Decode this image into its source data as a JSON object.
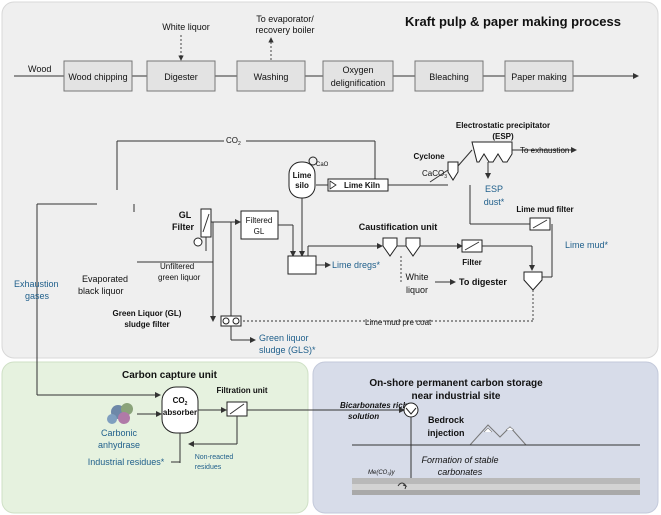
{
  "panels": {
    "kraft": {
      "title": "Kraft pulp & paper making process"
    },
    "capture": {
      "title": "Carbon capture unit"
    },
    "storage": {
      "title_line1": "On-shore permanent carbon storage",
      "title_line2": "near industrial site"
    }
  },
  "process": {
    "input_label": "Wood",
    "steps": [
      "Wood chipping",
      "Digester",
      "Washing",
      "Oxygen",
      "Bleaching",
      "Paper making"
    ],
    "step_oxygen_line2": "delignification",
    "white_liquor_top": "White liquor",
    "evaporator_line1": "To evaporator/",
    "evaporator_line2": "recovery boiler"
  },
  "labels": {
    "co2_line": "CO",
    "co2_sub": "2",
    "esp_line1": "Electrostatic precipitator",
    "esp_line2": "(ESP)",
    "to_exhaustion": "To exhaustion",
    "cyclone": "Cyclone",
    "caco3": "CaCO",
    "caco3_sub": "3",
    "esp_dust": "ESP",
    "esp_dust2": "dust*",
    "lime_silo1": "Lime",
    "lime_silo2": "silo",
    "cao": "CaO",
    "lime_kiln": "Lime Kiln",
    "gl_filter1": "GL",
    "gl_filter2": "Filter",
    "filtered_gl1": "Filtered",
    "filtered_gl2": "GL",
    "unfiltered1": "Unfiltered",
    "unfiltered2": "green liquor",
    "lime_dregs": "Lime dregs*",
    "caustification": "Caustification unit",
    "lime_mud_filter": "Lime mud filter",
    "lime_mud": "Lime mud*",
    "filter": "Filter",
    "white_liquor1": "White",
    "white_liquor2": "liquor",
    "to_digester": "To digester",
    "evap_black1": "Evaporated",
    "evap_black2": "black liquor",
    "exhaustion1": "Exhaustion",
    "exhaustion2": "gases",
    "gl_sludge_filter1": "Green Liquor (GL)",
    "gl_sludge_filter2": "sludge filter",
    "gls1": "Green liquor",
    "gls2": "sludge (GLS)*",
    "lime_mud_precoat": "Lime mud pre coat",
    "co2_absorber1": "CO",
    "co2_absorber_sub": "2",
    "co2_absorber2": "absorber",
    "filtration_unit": "Filtration unit",
    "carbonic1": "Carbonic",
    "carbonic2": "anhydrase",
    "industrial_residues": "Industrial residues*",
    "non_reacted1": "Non-reacted",
    "non_reacted2": "residues",
    "bicarbonates1": "Bicarbonates rich",
    "bicarbonates2": "solution",
    "bedrock1": "Bedrock",
    "bedrock2": "injection",
    "formation1": "Formation of stable",
    "formation2": "carbonates",
    "mineral": "Me(CO",
    "mineral_sub": "3",
    "mineral_end": ")y"
  },
  "colors": {
    "kraft_panel": "#efefef",
    "capture_panel": "#e6f2df",
    "storage_panel": "#d7dce9",
    "process_box": "#e3e3e3",
    "accent_blue": "#1f5f8b"
  }
}
